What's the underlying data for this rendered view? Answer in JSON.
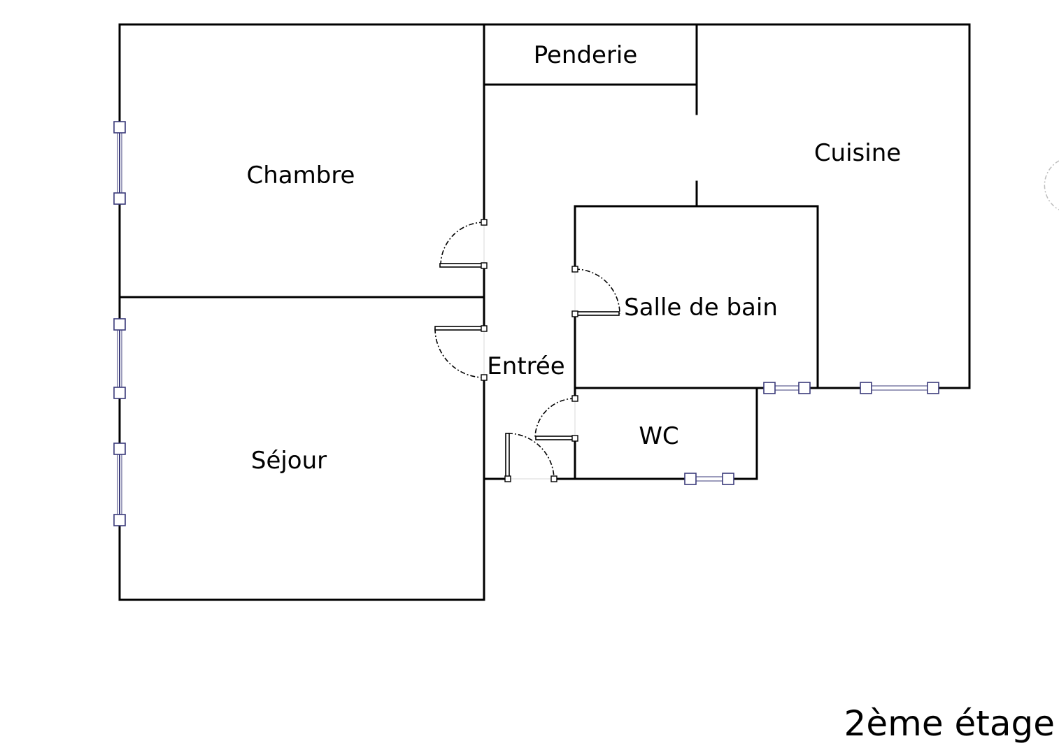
{
  "plan": {
    "rooms": {
      "penderie": "Penderie",
      "chambre": "Chambre",
      "cuisine": "Cuisine",
      "salle_de_bain": "Salle de bain",
      "entree": "Entrée",
      "wc": "WC",
      "sejour": "Séjour"
    },
    "floor_label": "2ème étage",
    "colors": {
      "wall": "#000000",
      "window": "#3a3a7a",
      "background": "#ffffff"
    }
  }
}
